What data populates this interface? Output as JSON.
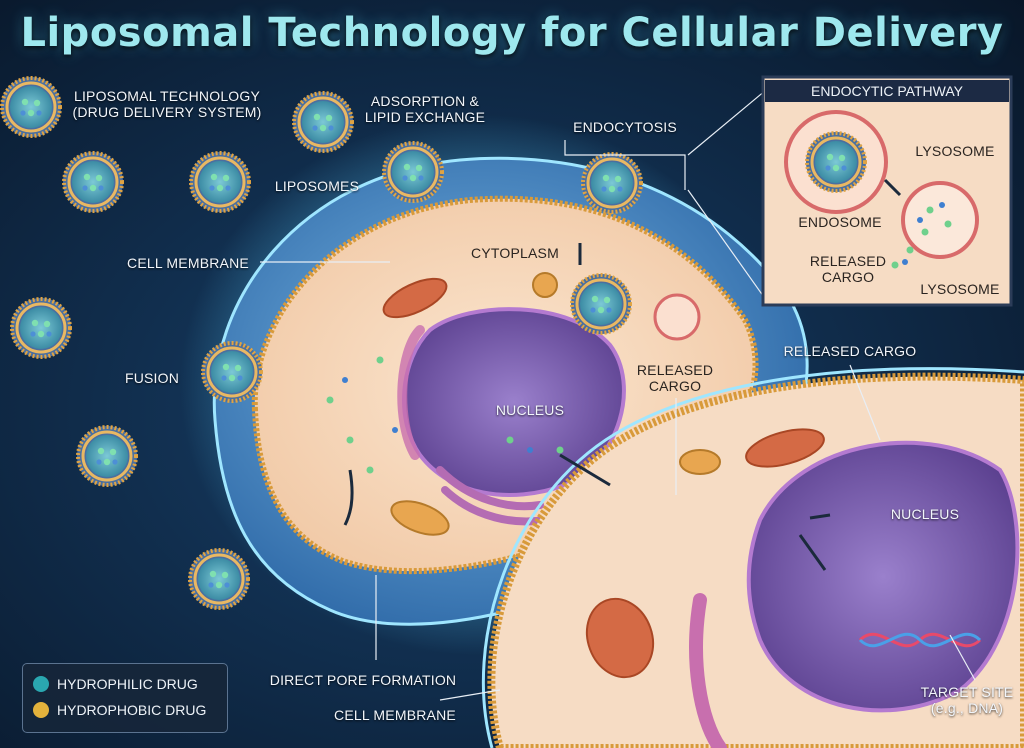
{
  "title": "Liposomal Technology for Cellular Delivery",
  "labels": {
    "liposomal_technology": "LIPOSOMAL TECHNOLOGY\n(DRUG DELIVERY SYSTEM)",
    "adsorption": "ADSORPTION &\nLIPID EXCHANGE",
    "endocytosis": "ENDOCYTOSIS",
    "liposomes": "LIPOSOMES",
    "cell_membrane_top": "CELL MEMBRANE",
    "cytoplasm": "CYTOPLASM",
    "fusion": "FUSION",
    "nucleus_main": "NUCLEUS",
    "released_cargo_mid": "RELEASED\nCARGO",
    "released_cargo_right": "RELEASED CARGO",
    "nucleus_right": "NUCLEUS",
    "direct_pore_formation": "DIRECT PORE FORMATION",
    "cell_membrane_bottom": "CELL MEMBRANE",
    "target_site": "TARGET SITE\n(e.g., DNA)"
  },
  "inset": {
    "title": "ENDOCYTIC PATHWAY",
    "endosome": "ENDOSOME",
    "lysosome_top": "LYSOSOME",
    "released_cargo": "RELEASED\nCARGO",
    "lysosome_bottom": "LYSOSOME"
  },
  "legend": {
    "items": [
      {
        "label": "HYDROPHILIC DRUG",
        "color": "#2aa7b0"
      },
      {
        "label": "HYDROPHOBIC DRUG",
        "color": "#e3b23c"
      }
    ]
  },
  "colors": {
    "background": "#0b1d33",
    "title": "#9ee8ee",
    "membrane_gold": "#d89a3a",
    "cytoplasm": "#f6dcc4",
    "nucleus": "#7a5aa8",
    "hydrophilic": "#2aa7b0",
    "hydrophobic": "#e3b23c",
    "glow": "#5fd3ff"
  }
}
